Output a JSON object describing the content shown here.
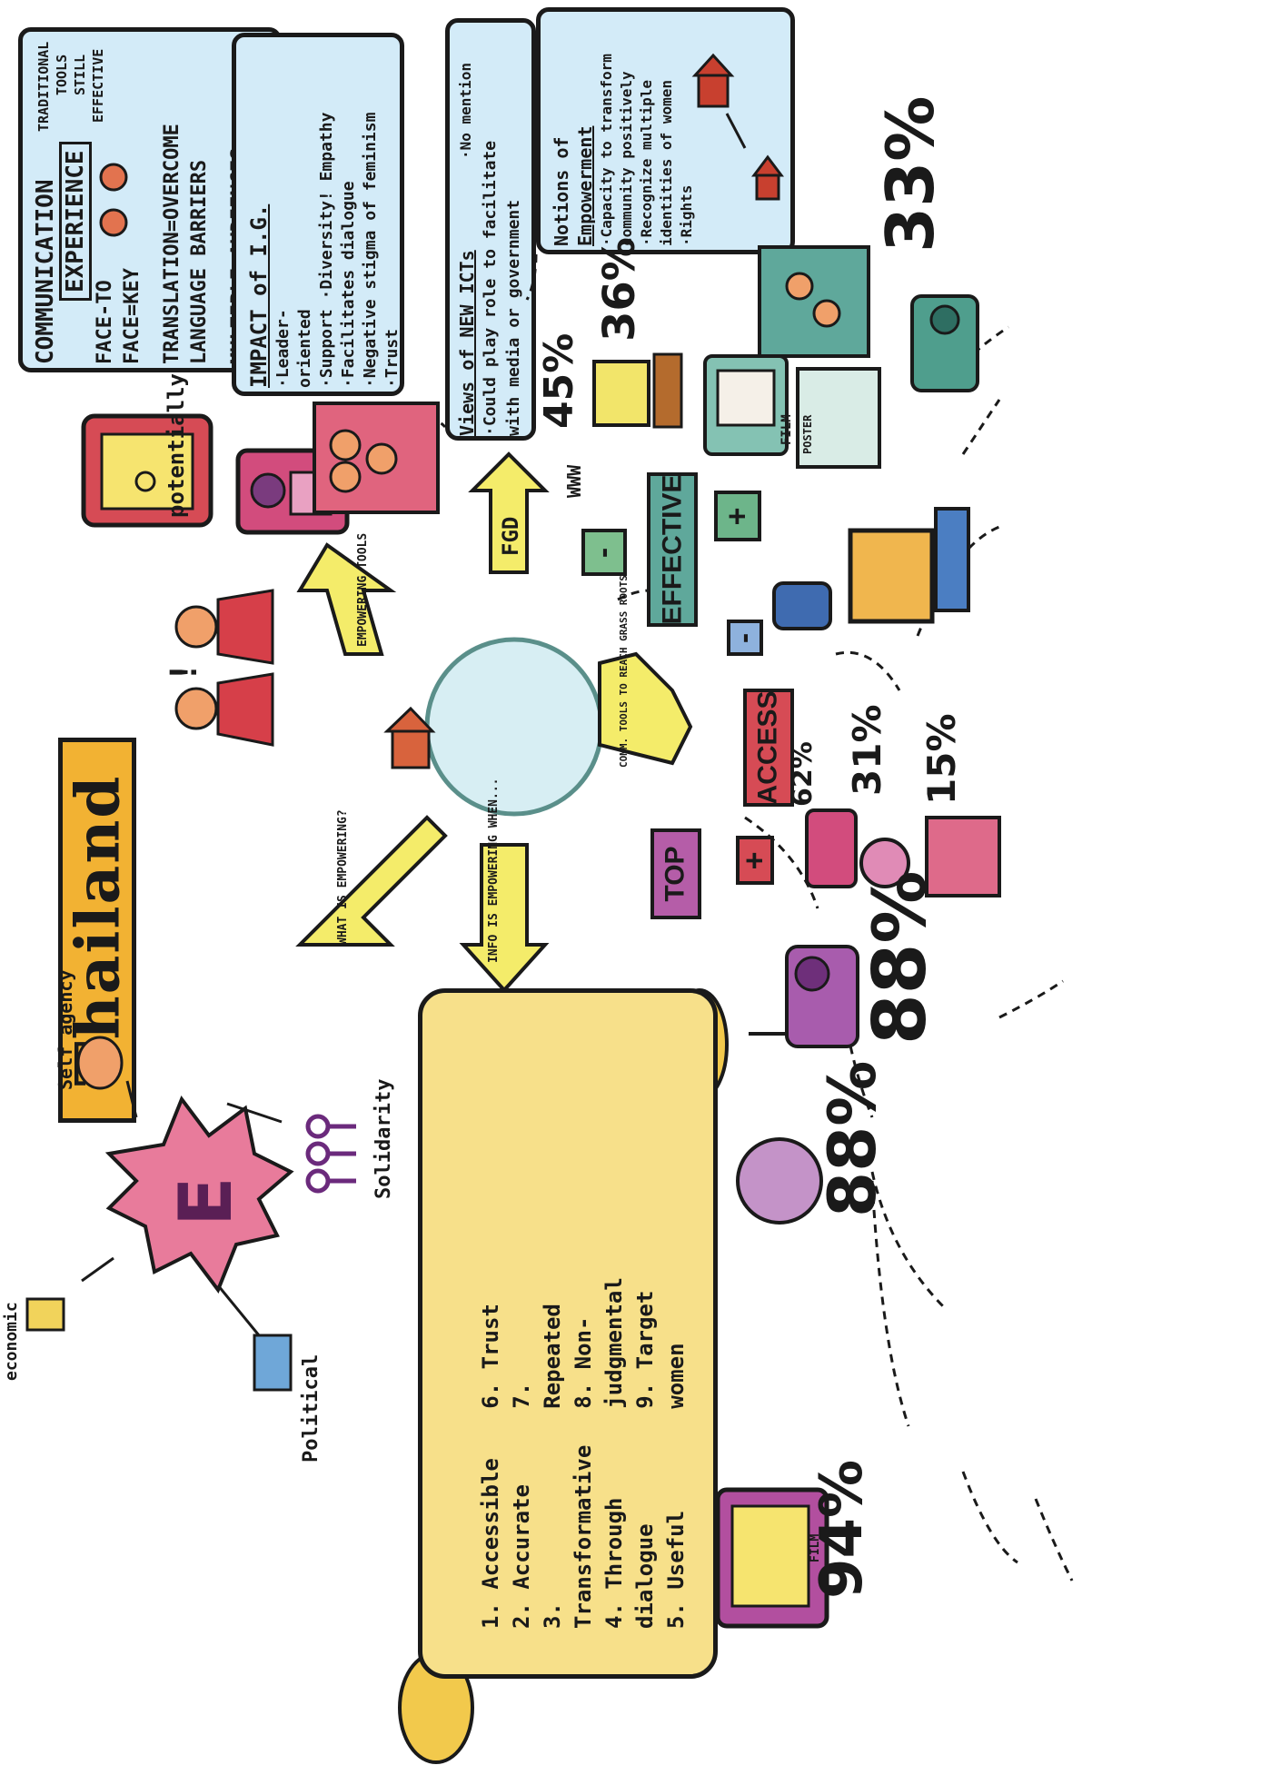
{
  "title": "Thailand",
  "panels": {
    "communication": {
      "heading1": "COMMUNICATION",
      "heading2": "EXPERIENCE",
      "traditional": [
        "TRADITIONAL",
        "TOOLS",
        "STILL",
        "EFFECTIVE"
      ],
      "lines": [
        "FACE-TO",
        "FACE=KEY",
        "TRANSLATION=OVERCOME",
        "LANGUAGE BARRIERS",
        "MULTIPLE AUDIENCES"
      ]
    },
    "impact": {
      "heading": "IMPACT of I.G.",
      "lines": [
        "·Leader-",
        "oriented",
        "·Support  ·Diversity! Empathy",
        "·Facilitates dialogue",
        "·Negative stigma of feminism",
        "·Trust"
      ]
    },
    "views": {
      "heading": "Views of NEW ICTs",
      "lines": [
        "·No mention",
        "·Could play role to facilitate",
        "with media or government"
      ]
    },
    "notions": {
      "heading": "Notions of",
      "heading2": "Empowerment",
      "lines": [
        "·Capacity to transform",
        "community positively",
        "·Recognize multiple",
        "identities of women",
        "·Rights"
      ]
    }
  },
  "arrows": {
    "empowering_tools": "EMPOWERING TOOLS",
    "fgd": "FGD",
    "what_is_empowering": "WHAT IS EMPOWERING?",
    "info_is_empowering": "INFO IS EMPOWERING WHEN...",
    "comm_tools": "COMM. TOOLS TO REACH GRASS ROOTS WOMEN"
  },
  "labels": {
    "potentially": "potentially",
    "exclaim": "!",
    "www": "WWW",
    "film": "FILM",
    "poster": "POSTER",
    "film2": "FILM"
  },
  "tags": {
    "minus1": "-",
    "effective": "EFFECTIVE",
    "plus1": "+",
    "minus2": "-",
    "access": "ACCESS",
    "plus2": "+",
    "top": "TOP"
  },
  "percentages": {
    "p45": "45%",
    "p36": "36%",
    "p33": "33%",
    "p62": "62%",
    "p31": "31%",
    "p15": "15%",
    "p88a": "88%",
    "p88b": "88%",
    "p94": "94%"
  },
  "criteria": {
    "left": [
      "1. Accessible",
      "2. Accurate",
      "3. Transformative",
      "4. Through",
      "   dialogue",
      "5. Useful"
    ],
    "right": [
      "6. Trust",
      "7. Repeated",
      "8. Non-",
      "   judgmental",
      "9. Target",
      "   women"
    ]
  },
  "empowerment": {
    "letter": "E",
    "self_agency": "Self agency",
    "solidarity": "Solidarity",
    "economic": "economic",
    "political": "Political"
  },
  "colors": {
    "panel_blue": "#d3ebf8",
    "banner_orange": "#f2b233",
    "arrow_yellow": "#f4ec6a",
    "teal": "#5fa89b",
    "magenta": "#c7458f",
    "purple": "#9b5fb0",
    "red": "#d64b55"
  }
}
